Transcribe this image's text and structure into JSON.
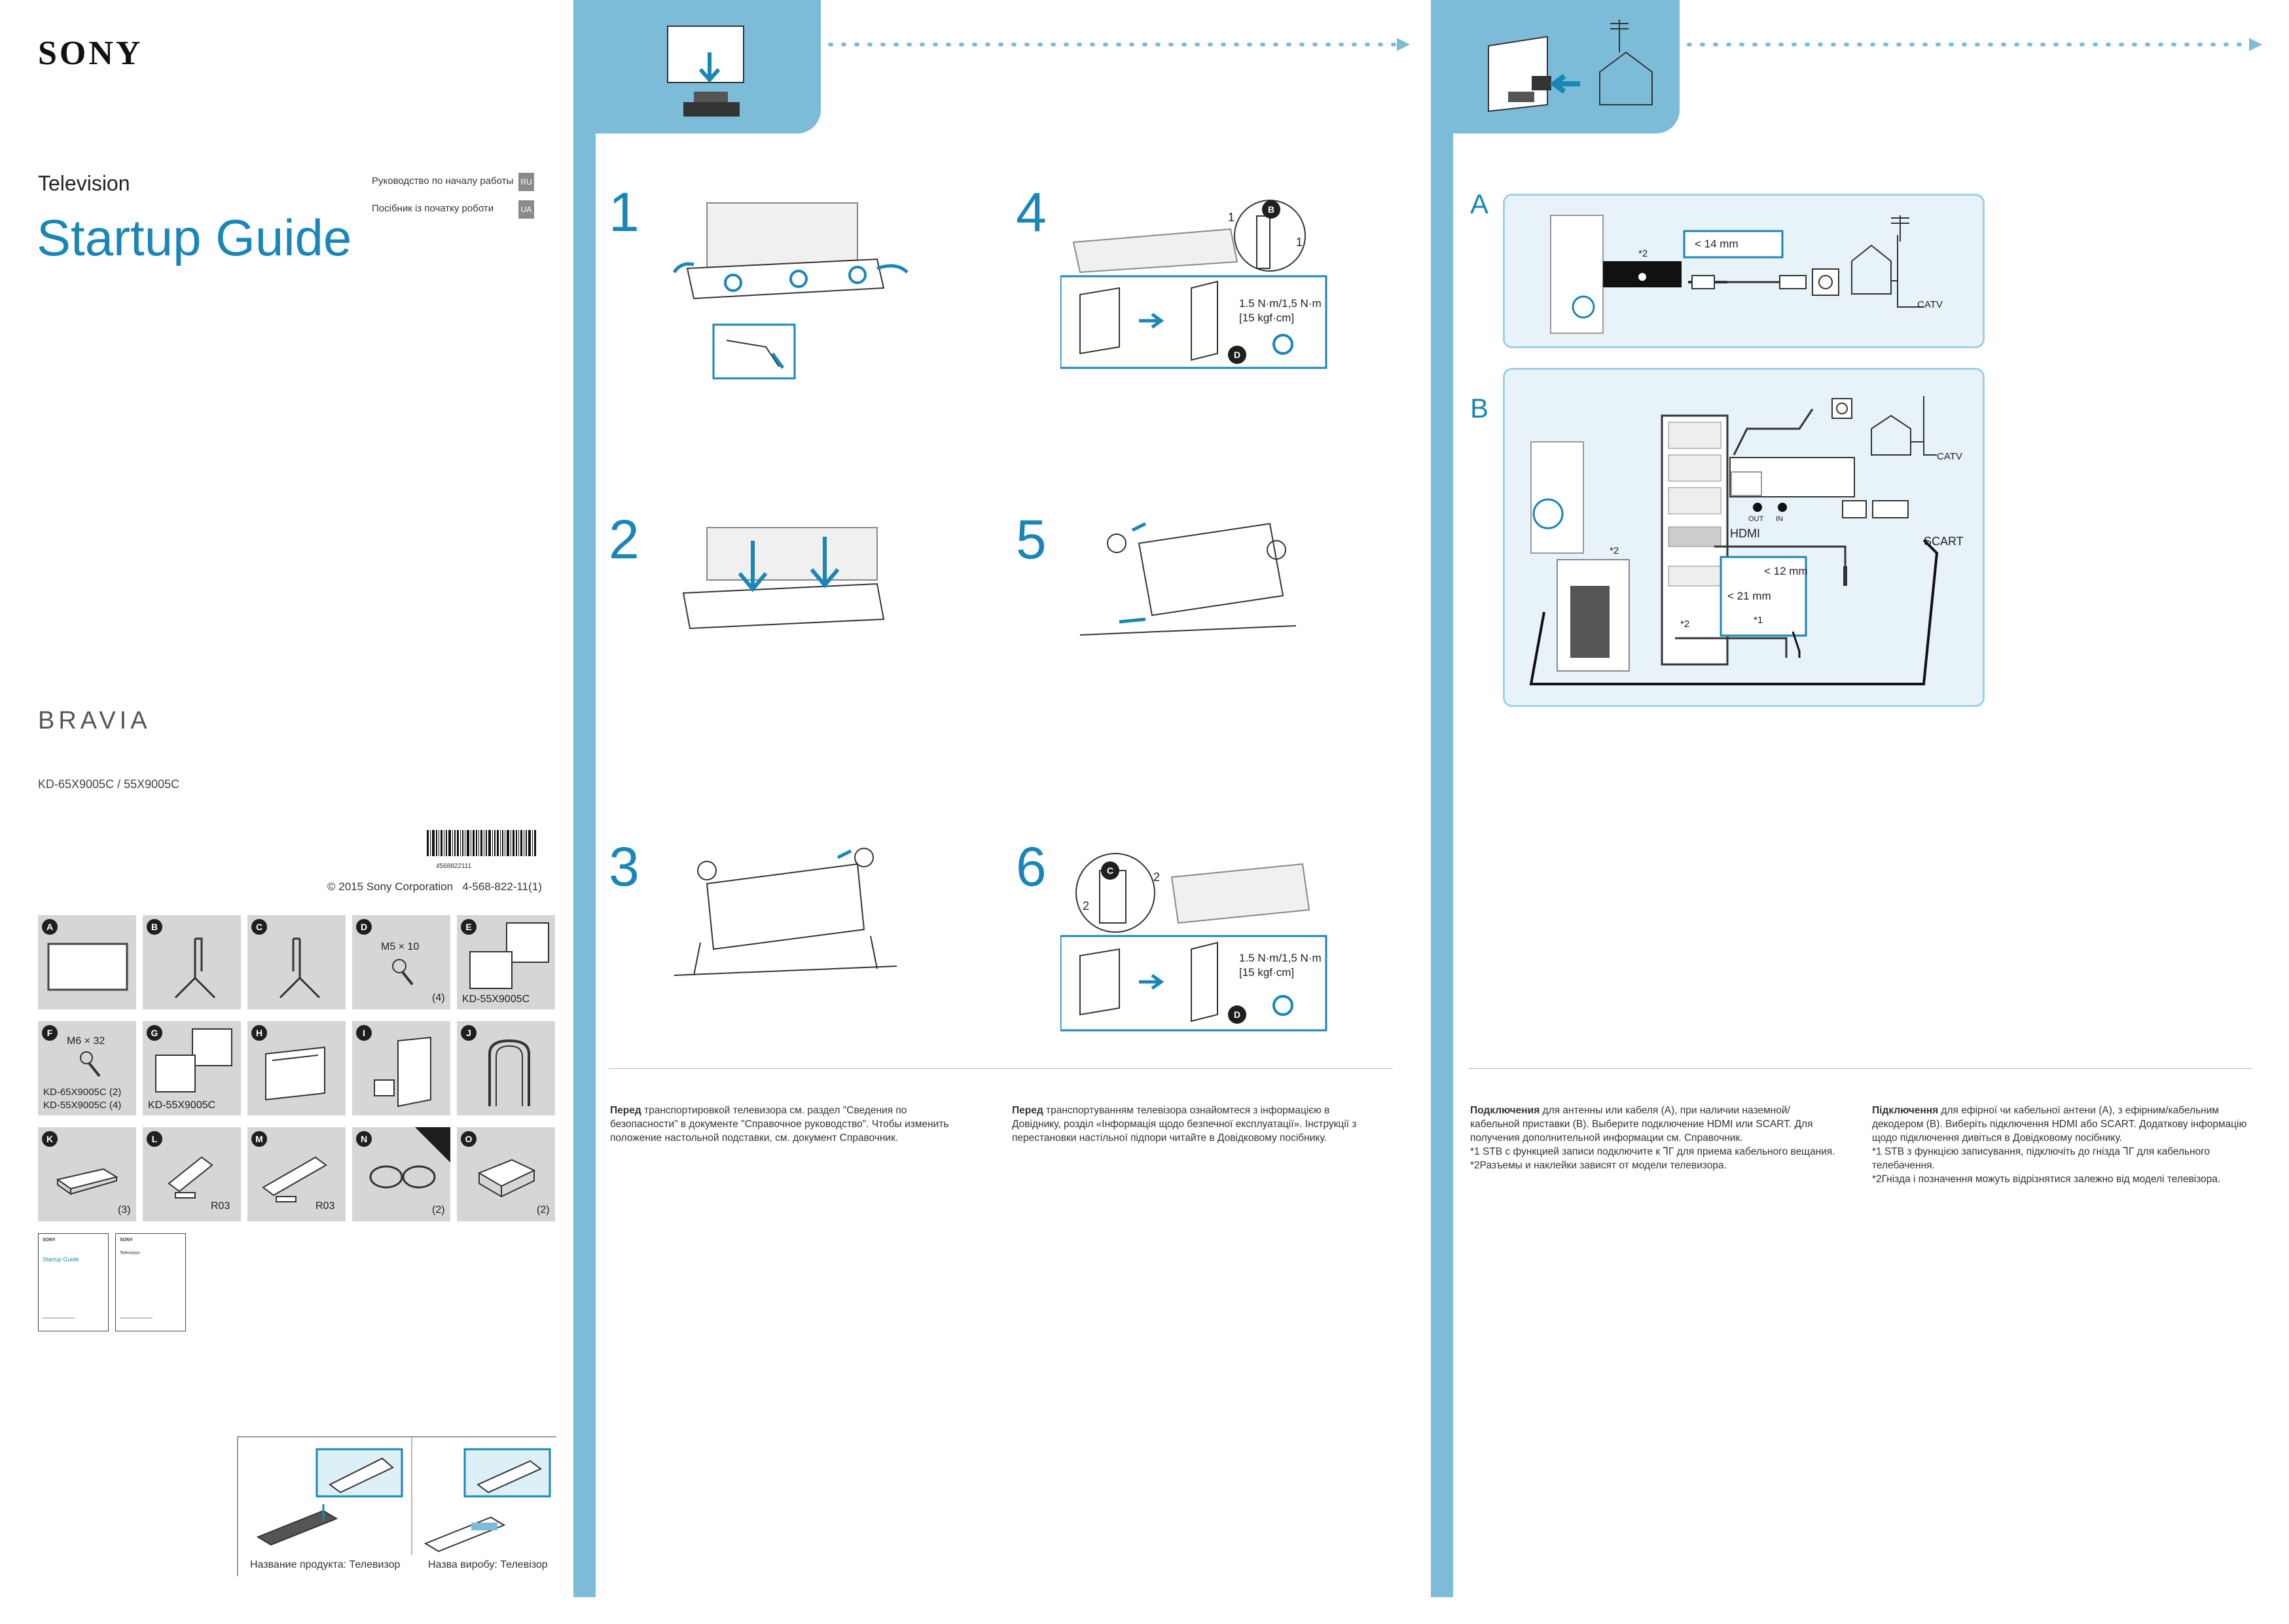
{
  "cover": {
    "brand": "SONY",
    "product": "Television",
    "title": "Startup Guide",
    "languages": [
      {
        "label": "Руководство по началу работы",
        "code": "RU"
      },
      {
        "label": "Посібник із початку роботи",
        "code": "UA"
      }
    ],
    "series": "BRAVIA",
    "models": "KD-65X9005C / 55X9005C",
    "barcode_number": "4568822111",
    "copyright": "© 2015 Sony Corporation",
    "part_number": "4-568-822-11(1)"
  },
  "parts": [
    {
      "letter": "A",
      "text": ""
    },
    {
      "letter": "B",
      "text": ""
    },
    {
      "letter": "C",
      "text": ""
    },
    {
      "letter": "D",
      "text": "M5 × 10",
      "qty": "(4)"
    },
    {
      "letter": "E",
      "text": "KD-55X9005C"
    },
    {
      "letter": "F",
      "text": "M6 × 32",
      "sub1": "KD-65X9005C (2)",
      "sub2": "KD-55X9005C (4)"
    },
    {
      "letter": "G",
      "text": "KD-55X9005C"
    },
    {
      "letter": "H",
      "text": ""
    },
    {
      "letter": "I",
      "text": ""
    },
    {
      "letter": "J",
      "text": ""
    },
    {
      "letter": "K",
      "text": "",
      "qty": "(3)"
    },
    {
      "letter": "L",
      "text": "R03"
    },
    {
      "letter": "M",
      "text": "R03"
    },
    {
      "letter": "N",
      "text": "",
      "qty": "(2)"
    },
    {
      "letter": "O",
      "text": "",
      "qty": "(2)"
    }
  ],
  "booklets": {
    "b1_brand": "SONY",
    "b1_title": "Startup Guide",
    "b2_brand": "SONY",
    "b2_title": "Television"
  },
  "remote_captions": {
    "left": "Название продукта: Телевизор",
    "right": "Назва виробу: Телевізор"
  },
  "steps": {
    "s1": "1",
    "s2": "2",
    "s3": "3",
    "s4": "4",
    "s5": "5",
    "s6": "6",
    "torque": "1.5 N·m/1,5 N·m",
    "torque2": "[15 kgf·cm]",
    "callout_b": "B",
    "callout_c": "C",
    "callout_d": "D",
    "num1": "1",
    "num2": "2"
  },
  "texts": {
    "ru_bold": "Перед",
    "ru_body": " транспортировкой телевизора см. раздел \"Сведения по безопасности\" в документе \"Справочное руководство\". Чтобы изменить положение настольной подставки, см. документ Справочник.",
    "ua_bold": "Перед",
    "ua_body": " транспортуванням телевізора ознайомтеся з інформацією в Довіднику, розділ «Інформація щодо безпечної експлуатації». Інструкції з перестановки настільної підпори читайте в Довідковому посібнику.",
    "ru_conn_bold": "Подключения",
    "ru_conn_body": " для антенны или кабеля (A), при наличии наземной/кабельной приставки (B). Выберите подключение HDMI или SCART. Для получения дополнительной информации см. Справочник.",
    "ru_note1": "*1 STB с функцией записи подключите к ⅂Г для приема кабельного вещания.",
    "ru_note2": "*2Разъемы и наклейки зависят от модели телевизора.",
    "ua_conn_bold": "Підключення",
    "ua_conn_body": " для ефірної чи кабельної антени (A), з ефірним/кабельним декодером (B). Виберіть підключення HDMI або SCART. Додаткову інформацію щодо підключення дивіться в Довідковому посібнику.",
    "ua_note1": "*1 STB з функцією записування, підключіть до гнізда ⅂Г для кабельного телебачення.",
    "ua_note2": "*2Гніздa і позначення можуть відрізнятися залежно від моделі телевізора."
  },
  "connections": {
    "a_label": "A",
    "b_label": "B",
    "note2": "*2",
    "note1": "*1",
    "mm14": "< 14 mm",
    "mm12": "< 12 mm",
    "mm21": "< 21 mm",
    "catv": "CATV",
    "hdmi": "HDMI",
    "scart": "SCART",
    "out": "OUT",
    "in": "IN"
  },
  "colors": {
    "accent": "#1a86b8",
    "panel_blue": "#7dbcd9",
    "conn_bg": "#e7f3f9",
    "cell_gray": "#d6d6d6"
  }
}
